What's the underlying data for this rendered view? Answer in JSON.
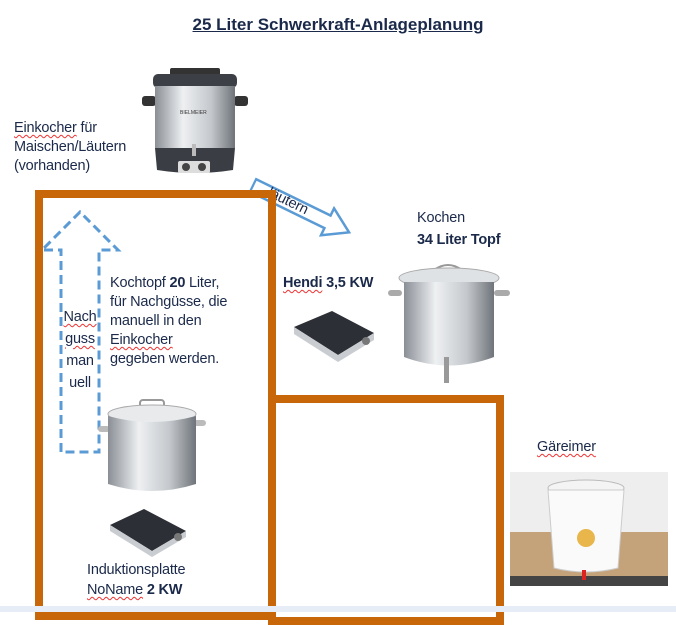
{
  "title": "25 Liter Schwerkraft-Anlageplanung",
  "einkocher": {
    "line1_word": "Einkocher",
    "line1_rest": " für",
    "line2": "Maischen/Läutern",
    "line3": "(vorhanden)",
    "brand": "BIELMEIER"
  },
  "arrow_laeutern": {
    "label": "läutern"
  },
  "kochen": {
    "line1": "Kochen",
    "line2": "34 Liter Topf"
  },
  "hendi": {
    "label": "Hendi",
    "rest": " 3,5 KW"
  },
  "nachguss": {
    "lines": [
      "Nach",
      "guss",
      "man",
      "uell"
    ]
  },
  "kochtopf": {
    "pre": "Kochtopf ",
    "bold": "20",
    "post": " Liter,",
    "line2": "für Nachgüsse, die",
    "line3": "manuell in den",
    "line4": "Einkocher",
    "line5": "gegeben werden."
  },
  "induktion": {
    "line1": "Induktionsplatte",
    "noname": "NoName",
    "bold": " 2 KW"
  },
  "gaereimer": {
    "label": "Gäreimer"
  },
  "colors": {
    "frame": "#c8660a",
    "arrow": "#5b9bd5",
    "text": "#1b2a4a"
  }
}
